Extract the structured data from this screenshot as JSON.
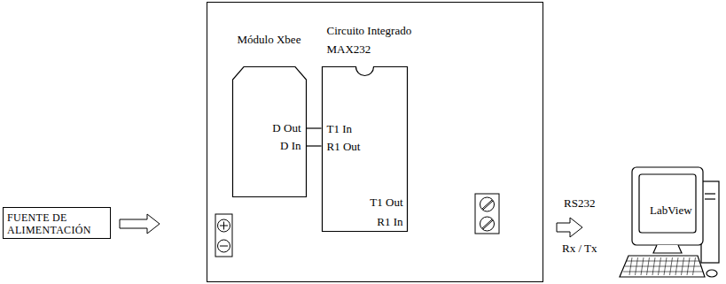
{
  "diagram": {
    "nodes": [
      {
        "text": [
          "FUENTE DE ALIMENTACIÓN"
        ]
      },
      {},
      {
        "text": [
          "Módulo Xbee",
          "D Out",
          "D In"
        ],
        "in": 1
      },
      {
        "text": [
          "Circuito Integrado MAX232",
          "T1 In",
          "R1 Out",
          "T1 Out",
          "R1 In"
        ],
        "in": 1
      },
      {
        "text": [
          "LabView"
        ]
      }
    ],
    "edges": [
      {
        "from": 0,
        "to": 1,
        "arrow": "to"
      },
      {
        "from": 2,
        "to": 3,
        "arrow": "none"
      },
      {
        "from": 2,
        "to": 3,
        "arrow": "none"
      },
      {
        "from": 1,
        "to": 4,
        "arrow": "to"
      }
    ],
    "labels": [
      "RS232",
      "Rx / Tx"
    ]
  }
}
